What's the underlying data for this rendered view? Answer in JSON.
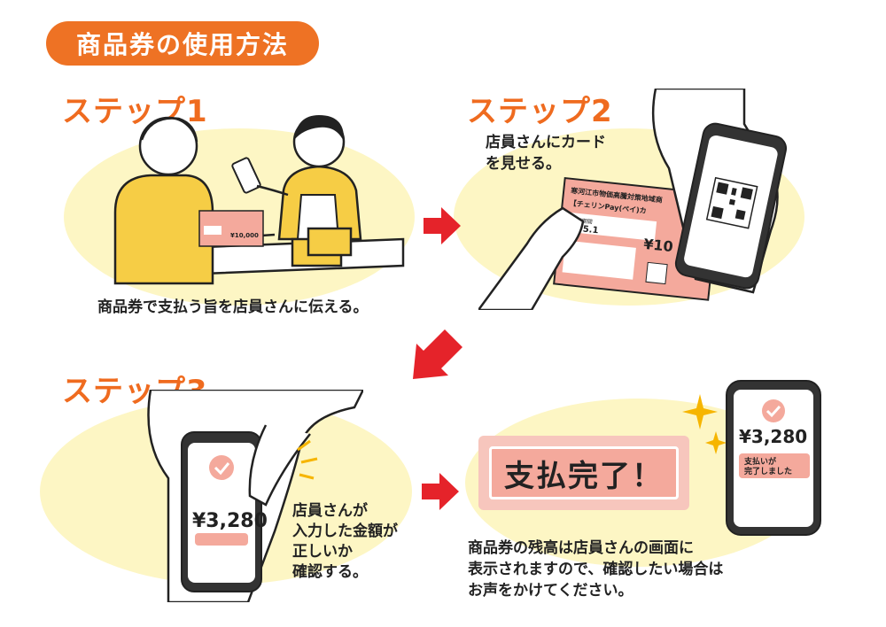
{
  "title": "商品券の使用方法",
  "step1": {
    "label": "ステップ1",
    "caption": "商品券で支払う旨を店員さんに伝える。",
    "voucher_amount": "¥10,000"
  },
  "step2": {
    "label": "ステップ2",
    "caption_line1": "店員さんにカード",
    "caption_line2": "を見せる。",
    "card_title": "寒河江市物価高騰対策地域商",
    "card_brand": "【チェリンPay(ペイ)カ",
    "card_period_label": "利用期間",
    "card_period": "5.1",
    "card_amount": "¥10"
  },
  "step3": {
    "label": "ステップ3",
    "phone_amount": "¥3,280",
    "caption_line1": "店員さんが",
    "caption_line2": "入力した金額が",
    "caption_line3": "正しいか",
    "caption_line4": "確認する。"
  },
  "step4": {
    "complete_text": "支払完了！",
    "phone_amount": "¥3,280",
    "phone_status_line1": "支払いが",
    "phone_status_line2": "完了しました",
    "caption_line1": "商品券の残高は店員さんの画面に",
    "caption_line2": "表示されますので、確認したい場合は",
    "caption_line3": "お声をかけてください。"
  },
  "colors": {
    "accent": "#ee7224",
    "step_orange": "#ef6b1f",
    "arrow_red": "#e5232a",
    "bg_yellow": "#fdf6c4",
    "card_pink": "#f4a99c",
    "shirt_yellow": "#f6cd45"
  }
}
